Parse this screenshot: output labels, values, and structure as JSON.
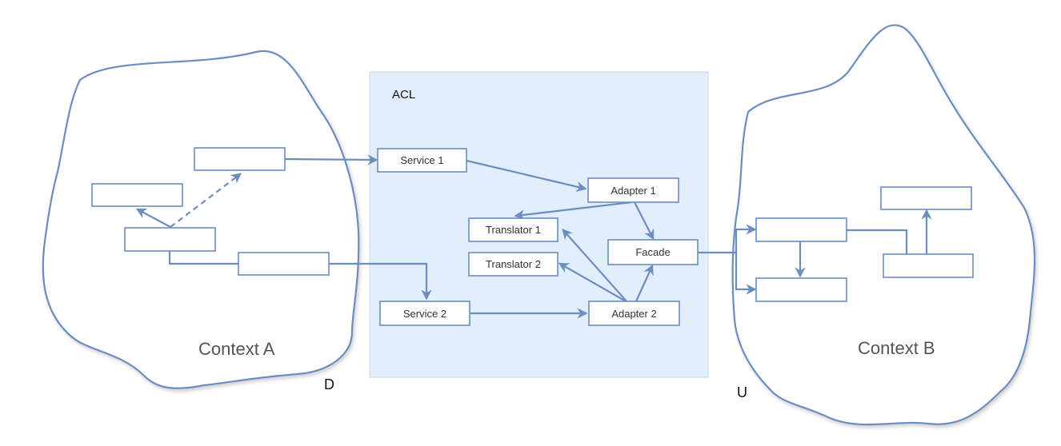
{
  "diagram": {
    "acl_label": "ACL",
    "context_a_label": "Context A",
    "context_b_label": "Context B",
    "downstream_mark": "D",
    "upstream_mark": "U",
    "nodes": {
      "service1": "Service 1",
      "service2": "Service 2",
      "adapter1": "Adapter 1",
      "adapter2": "Adapter 2",
      "translator1": "Translator 1",
      "translator2": "Translator 2",
      "facade": "Facade"
    }
  },
  "colors": {
    "stroke": "#6c8ebf",
    "acl_fill": "#dae8fc"
  }
}
